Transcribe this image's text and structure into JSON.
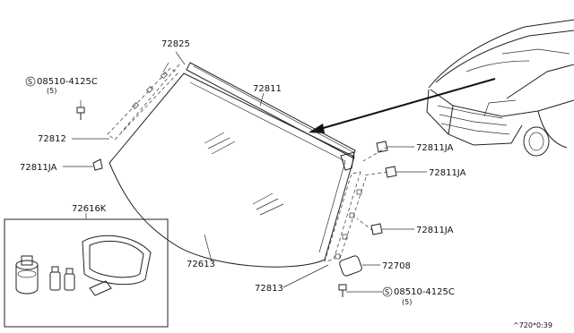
{
  "labels": {
    "p72825": "72825",
    "p72811": "72811",
    "p72812": "72812",
    "p72811ja_left": "72811JA",
    "p72811ja_r1": "72811JA",
    "p72811ja_r2": "72811JA",
    "p72811ja_r3": "72811JA",
    "p72616k": "72616K",
    "p72613": "72613",
    "p72708": "72708",
    "p72813": "72813",
    "bolt_top_code": "08510-4125C",
    "bolt_top_qty": "(5)",
    "bolt_bottom_code": "08510-4125C",
    "bolt_bottom_qty": "(5)",
    "screw_symbol": "S",
    "footer_ref": "^720*0:39"
  }
}
